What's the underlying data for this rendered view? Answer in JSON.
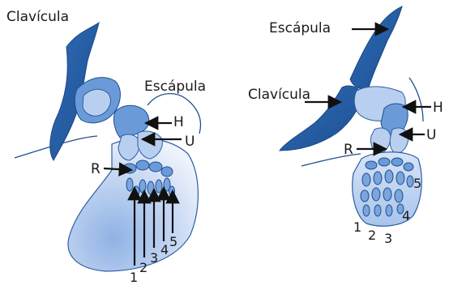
{
  "left_figure": {
    "labels": {
      "clavicle": "Clavícula",
      "scapula": "Escápula",
      "humerus": "H",
      "ulna": "U",
      "radius": "R"
    },
    "digits": [
      "1",
      "2",
      "3",
      "4",
      "5"
    ]
  },
  "right_figure": {
    "labels": {
      "scapula": "Escápula",
      "clavicle": "Clavícula",
      "humerus": "H",
      "ulna": "U",
      "radius": "R"
    },
    "digits": [
      "1",
      "2",
      "3",
      "4",
      "5"
    ]
  }
}
